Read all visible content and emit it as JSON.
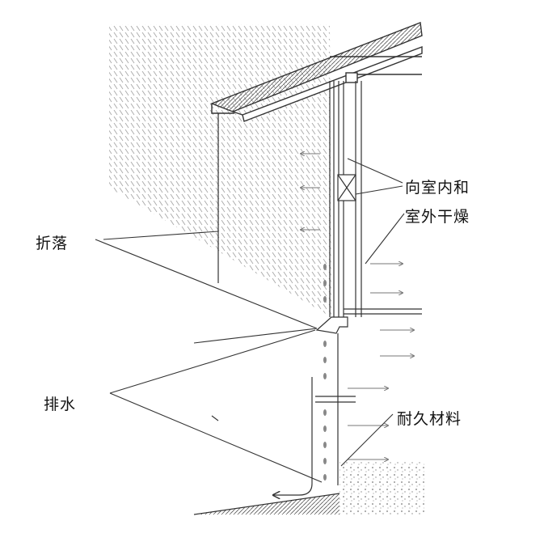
{
  "labels": {
    "deflection": "折落",
    "drying_line1": "向室内和",
    "drying_line2": "室外干燥",
    "drainage": "排水",
    "durable_material": "耐久材料"
  },
  "colors": {
    "line": "#333333",
    "rain": "#9a9a9a",
    "arrow": "#777777",
    "background": "#ffffff"
  }
}
